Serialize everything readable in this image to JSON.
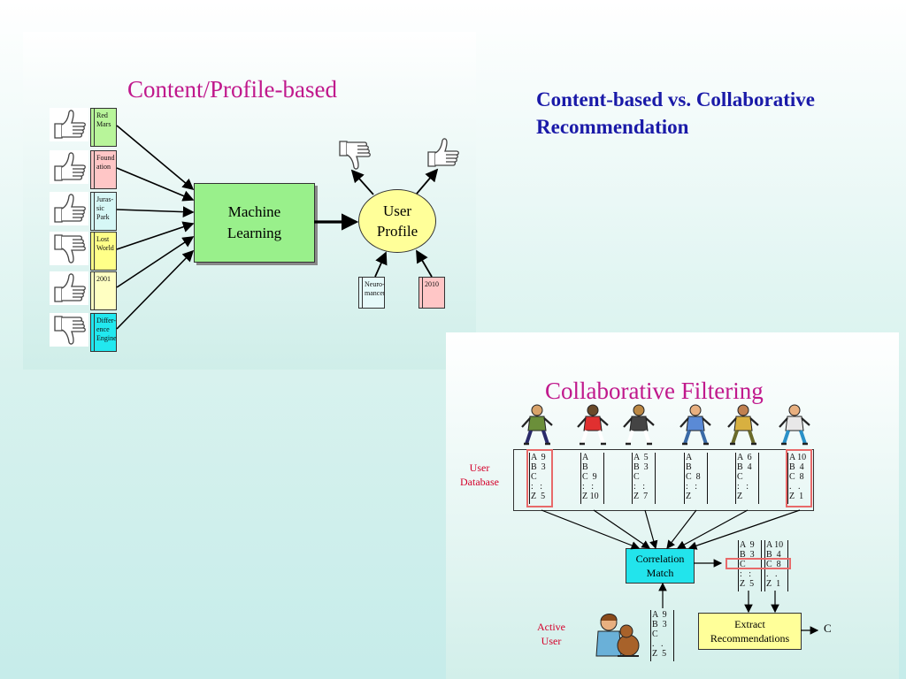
{
  "slide_title_line1": "Content-based vs. Collaborative",
  "slide_title_line2": "Recommendation",
  "content_panel": {
    "title": "Content/Profile-based",
    "books": [
      {
        "label": "Red Mars",
        "color": "#b8f59a",
        "rating": "thumbs-up"
      },
      {
        "label": "Found ation",
        "color": "#ffc6c6",
        "rating": "thumbs-up"
      },
      {
        "label": "Juras- sic Park",
        "color": "#d6f7f6",
        "rating": "thumbs-up"
      },
      {
        "label": "Lost World",
        "color": "#ffff88",
        "rating": "thumbs-down"
      },
      {
        "label": "2001",
        "color": "#ffffc2",
        "rating": "thumbs-up"
      },
      {
        "label": "Differ- ence Engine",
        "color": "#22e8ef",
        "rating": "thumbs-down"
      }
    ],
    "machine_learning": "Machine Learning",
    "user_profile": "User Profile",
    "candidates": [
      {
        "label": "Neuro- mancer",
        "color": "#e6fafa"
      },
      {
        "label": "2010",
        "color": "#ffc6c6"
      }
    ]
  },
  "collab_panel": {
    "title": "Collaborative Filtering",
    "user_database_label": "User Database",
    "user_columns": [
      {
        "a": "A  9",
        "b": "B  3",
        "c": "C",
        "d": ":   :",
        "z": "Z  5"
      },
      {
        "a": "A",
        "b": "B",
        "c": "C  9",
        "d": ":   :",
        "z": "Z 10"
      },
      {
        "a": "A  5",
        "b": "B  3",
        "c": "C",
        "d": ":   :",
        "z": "Z  7"
      },
      {
        "a": "A",
        "b": "B",
        "c": "C  8",
        "d": ":   :",
        "z": "Z"
      },
      {
        "a": "A  6",
        "b": "B  4",
        "c": "C",
        "d": ":   :",
        "z": "Z"
      },
      {
        "a": "A 10",
        "b": "B  4",
        "c": "C  8",
        "d": ".   .",
        "z": "Z  1"
      }
    ],
    "correlation_match": "Correlation Match",
    "matched_columns": [
      {
        "a": "A  9",
        "b": "B  3",
        "c": "C",
        "d": ":   :",
        "z": "Z  5"
      },
      {
        "a": "A 10",
        "b": "B  4",
        "c": "C  8",
        "d": ".   .",
        "z": "Z  1"
      }
    ],
    "active_user_label": "Active User",
    "active_column": {
      "a": "A  9",
      "b": "B  3",
      "c": "C",
      "d": ".   .",
      "z": "Z  5"
    },
    "extract_recommendations": "Extract Recommendations",
    "output": "C"
  }
}
